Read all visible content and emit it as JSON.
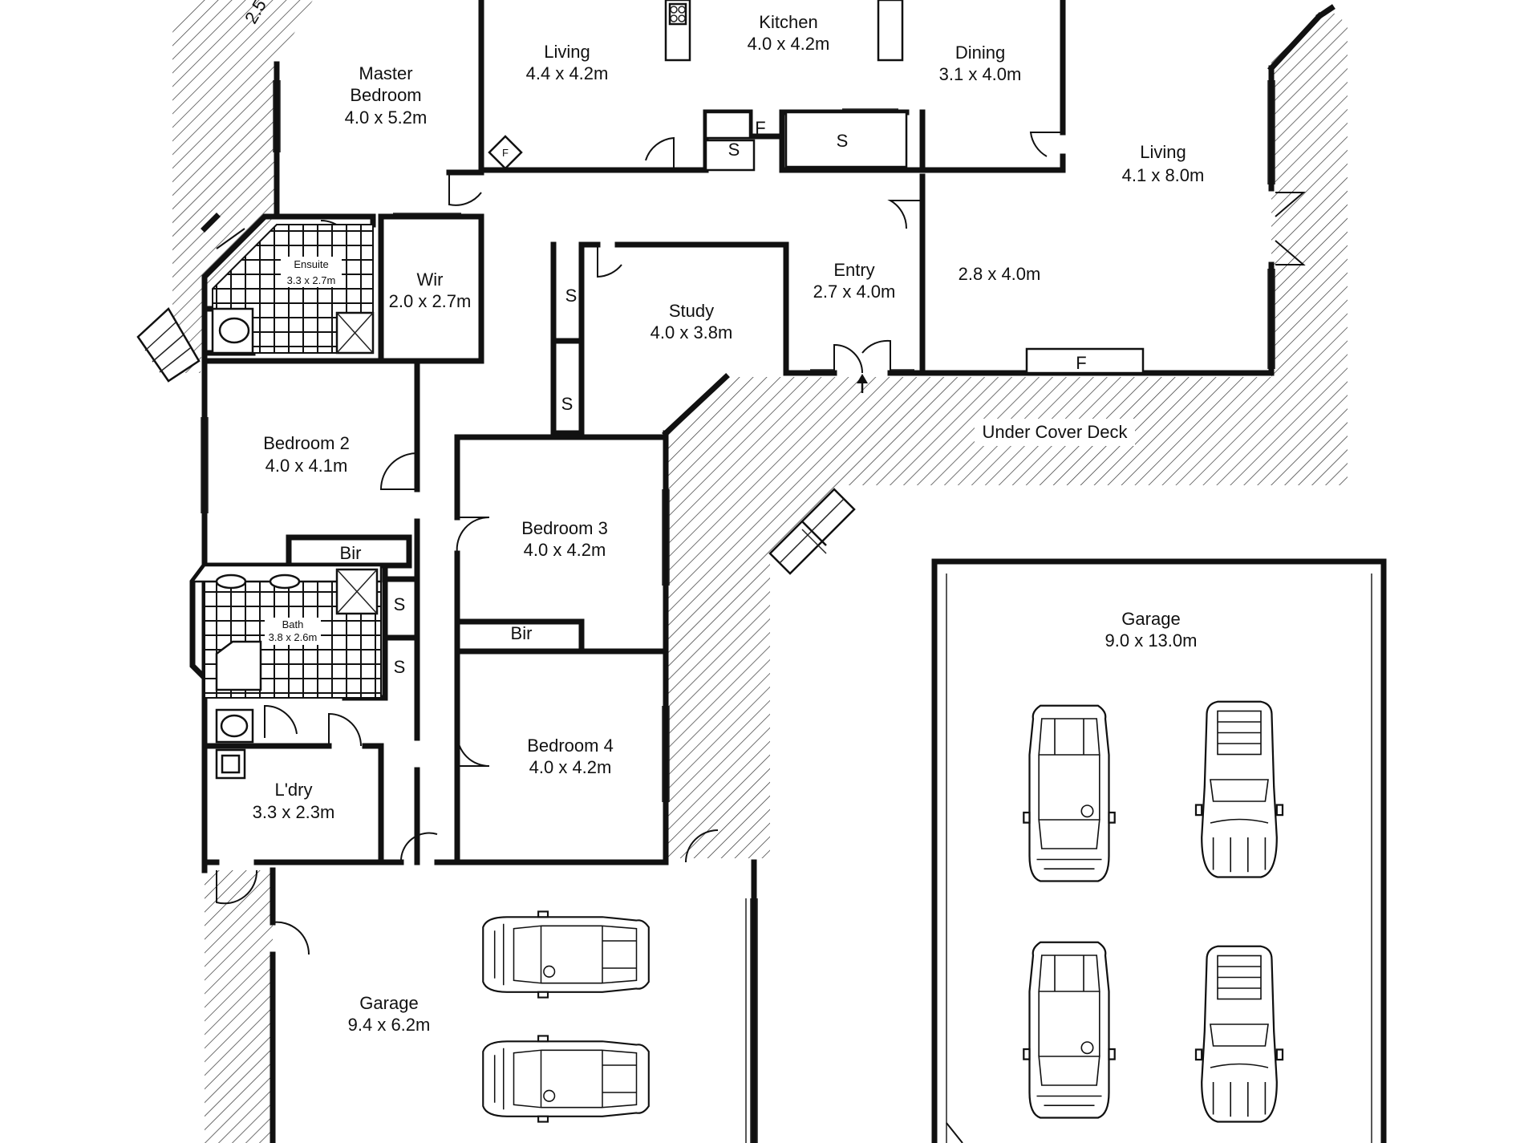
{
  "rooms": {
    "kitchen": {
      "name": "Kitchen",
      "size": "4.0 x 4.2m"
    },
    "living_top": {
      "name": "Living",
      "size": "4.4 x 4.2m"
    },
    "dining": {
      "name": "Dining",
      "size": "3.1 x 4.0m"
    },
    "master": {
      "name1": "Master",
      "name2": "Bedroom",
      "size": "4.0 x 5.2m"
    },
    "living_right": {
      "name": "Living",
      "size": "4.1 x 8.0m"
    },
    "ensuite": {
      "name": "Ensuite",
      "size": "3.3 x 2.7m"
    },
    "wir": {
      "name": "Wir",
      "size": "2.0 x 2.7m"
    },
    "study": {
      "name": "Study",
      "size": "4.0 x 3.8m"
    },
    "entry": {
      "name": "Entry",
      "size": "2.7 x 4.0m"
    },
    "unnamed": {
      "size": "2.8 x 4.0m"
    },
    "deck": {
      "name": "Under Cover Deck"
    },
    "bed2": {
      "name": "Bedroom 2",
      "size": "4.0 x 4.1m"
    },
    "bed3": {
      "name": "Bedroom 3",
      "size": "4.0 x 4.2m"
    },
    "bed4": {
      "name": "Bedroom 4",
      "size": "4.0 x 4.2m"
    },
    "bath": {
      "name": "Bath",
      "size": "3.8 x 2.6m"
    },
    "laundry": {
      "name": "L'dry",
      "size": "3.3 x 2.3m"
    },
    "garage_small": {
      "name": "Garage",
      "size": "9.4 x 6.2m"
    },
    "garage_big": {
      "name": "Garage",
      "size": "9.0 x 13.0m"
    }
  },
  "markers": {
    "fireplace": "F",
    "storage": "S",
    "built_in_robe": "Bir",
    "top_left_dim": "2.5"
  }
}
